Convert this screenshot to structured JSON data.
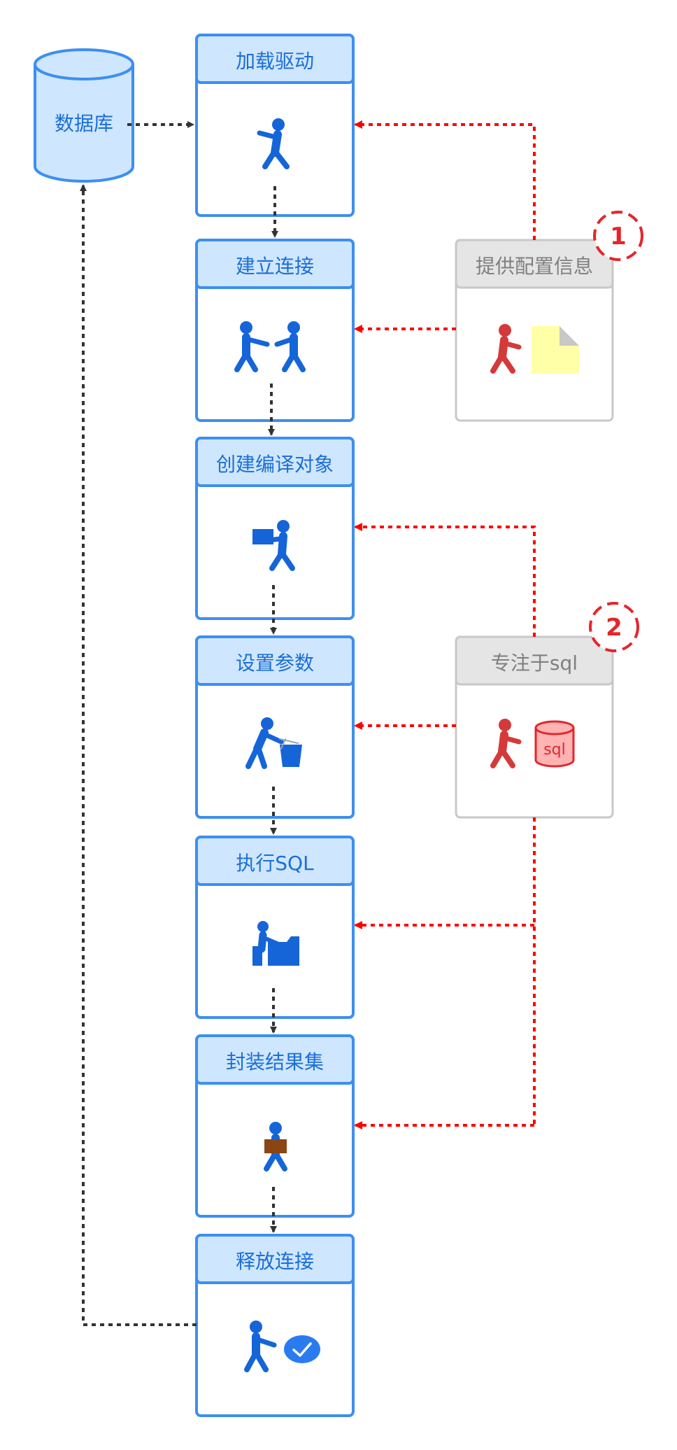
{
  "database": {
    "label": "数据库"
  },
  "steps": [
    {
      "title": "加载驱动",
      "icon": "walking-person-icon"
    },
    {
      "title": "建立连接",
      "icon": "two-people-meeting-icon"
    },
    {
      "title": "创建编译对象",
      "icon": "person-carrying-box-icon"
    },
    {
      "title": "设置参数",
      "icon": "person-pushing-cart-icon"
    },
    {
      "title": "执行SQL",
      "icon": "person-at-desk-icon"
    },
    {
      "title": "封装结果集",
      "icon": "person-holding-package-icon"
    },
    {
      "title": "释放连接",
      "icon": "person-with-checkmark-icon"
    }
  ],
  "side_boxes": [
    {
      "title": "提供配置信息",
      "badge": "1",
      "icon": "red-person-with-document-icon"
    },
    {
      "title": "专注于sql",
      "badge": "2",
      "icon": "red-person-with-sql-database-icon",
      "db_label": "sql"
    }
  ],
  "colors": {
    "step_border": "#3d8ff0",
    "step_header_fill": "#cfe6ff",
    "title_text": "#1b6fd6",
    "figure_blue": "#1565d8",
    "side_border": "#c8c8c8",
    "side_header_fill": "#e5e5e5",
    "side_text": "#7f7f7f",
    "red_accent": "#e3262b",
    "flow_arrow": "#333333"
  }
}
